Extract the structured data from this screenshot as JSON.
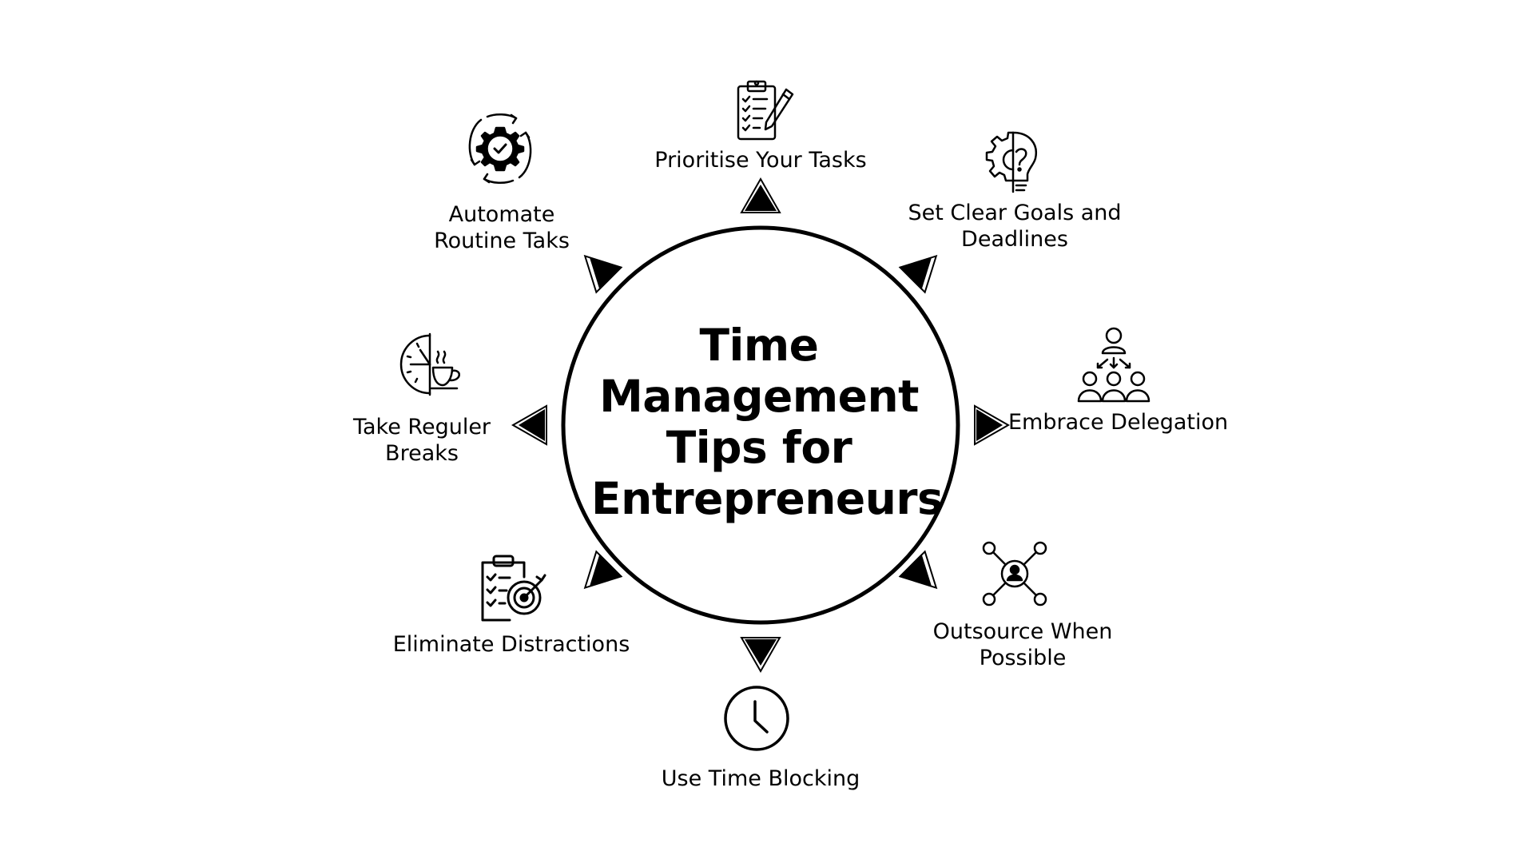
{
  "title": {
    "lines": [
      "Time",
      "Management",
      "Tips for",
      "Entrepreneurs"
    ]
  },
  "tips": [
    {
      "id": "prioritise",
      "lines": [
        "Prioritise Your Tasks"
      ],
      "icon": "clipboard-checklist-pencil-icon"
    },
    {
      "id": "goals",
      "lines": [
        "Set Clear Goals and",
        "Deadlines"
      ],
      "icon": "gear-lightbulb-icon"
    },
    {
      "id": "delegation",
      "lines": [
        "Embrace Delegation"
      ],
      "icon": "team-hierarchy-icon"
    },
    {
      "id": "outsource",
      "lines": [
        "Outsource When",
        "Possible"
      ],
      "icon": "network-person-icon"
    },
    {
      "id": "timeblocking",
      "lines": [
        "Use Time Blocking"
      ],
      "icon": "clock-icon"
    },
    {
      "id": "distractions",
      "lines": [
        "Eliminate Distractions"
      ],
      "icon": "checklist-target-icon"
    },
    {
      "id": "breaks",
      "lines": [
        "Take Reguler",
        "Breaks"
      ],
      "icon": "clock-coffee-cup-icon"
    },
    {
      "id": "automate",
      "lines": [
        "Automate",
        "Routine Taks"
      ],
      "icon": "gear-cycle-check-icon"
    }
  ],
  "colors": {
    "background": "#ffffff",
    "foreground": "#000000"
  }
}
